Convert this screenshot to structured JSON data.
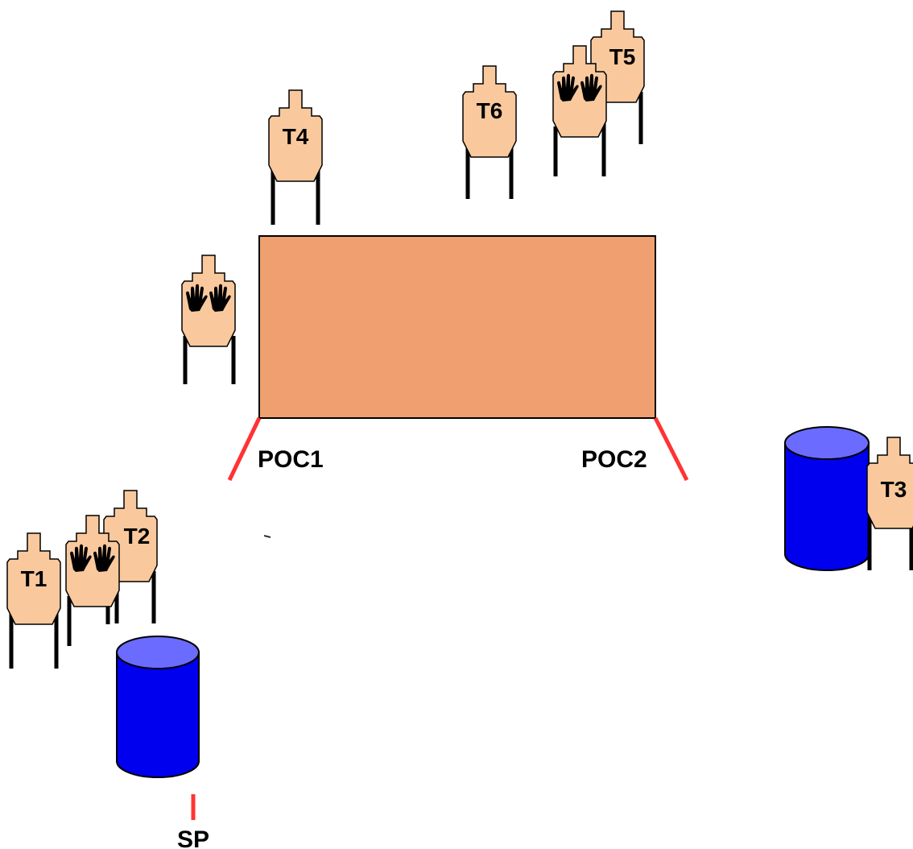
{
  "colors": {
    "target_fill": "#f9c99d",
    "target_stroke": "#000000",
    "barrel_fill": "#0000ee",
    "barrel_top": "#6b6bff",
    "wall_fill": "#f0a070",
    "poc_line": "#ff3333"
  },
  "targets": {
    "t1": {
      "label": "T1"
    },
    "t2": {
      "label": "T2"
    },
    "t3": {
      "label": "T3"
    },
    "t4": {
      "label": "T4"
    },
    "t5": {
      "label": "T5"
    },
    "t6": {
      "label": "T6"
    },
    "noshoot_left": {
      "icon": "hands-icon"
    },
    "noshoot_top": {
      "icon": "hands-icon"
    },
    "noshoot_bottom": {
      "icon": "hands-icon"
    }
  },
  "positions": {
    "poc1": "POC1",
    "poc2": "POC2",
    "start": "SP"
  }
}
